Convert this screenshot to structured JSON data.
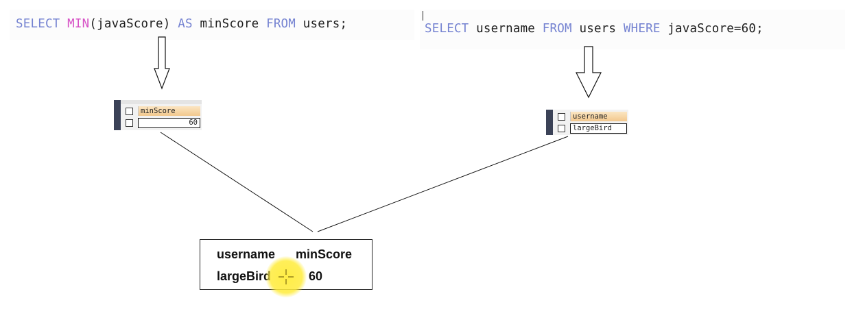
{
  "query_left": {
    "parts": [
      "SELECT",
      " ",
      "MIN",
      "(javaScore) ",
      "AS",
      " minScore ",
      "FROM",
      " users;"
    ]
  },
  "query_right": {
    "parts": [
      "SELECT",
      " username ",
      "FROM",
      " users ",
      "WHERE",
      " javaScore=60;"
    ]
  },
  "result_left": {
    "column": "minScore",
    "value": "60"
  },
  "result_right": {
    "column": "username",
    "value": "largeBird"
  },
  "combined_result": {
    "headers": [
      "username",
      "minScore"
    ],
    "row": [
      "largeBird",
      "60"
    ]
  },
  "colors": {
    "keyword": "#7482d1",
    "function": "#d64fc5",
    "header_bg": "#f2c88d",
    "cursor_highlight": "#ffec3c"
  },
  "icons": [
    "down-arrow-icon",
    "checkbox-icon",
    "cursor-crosshair-icon"
  ]
}
